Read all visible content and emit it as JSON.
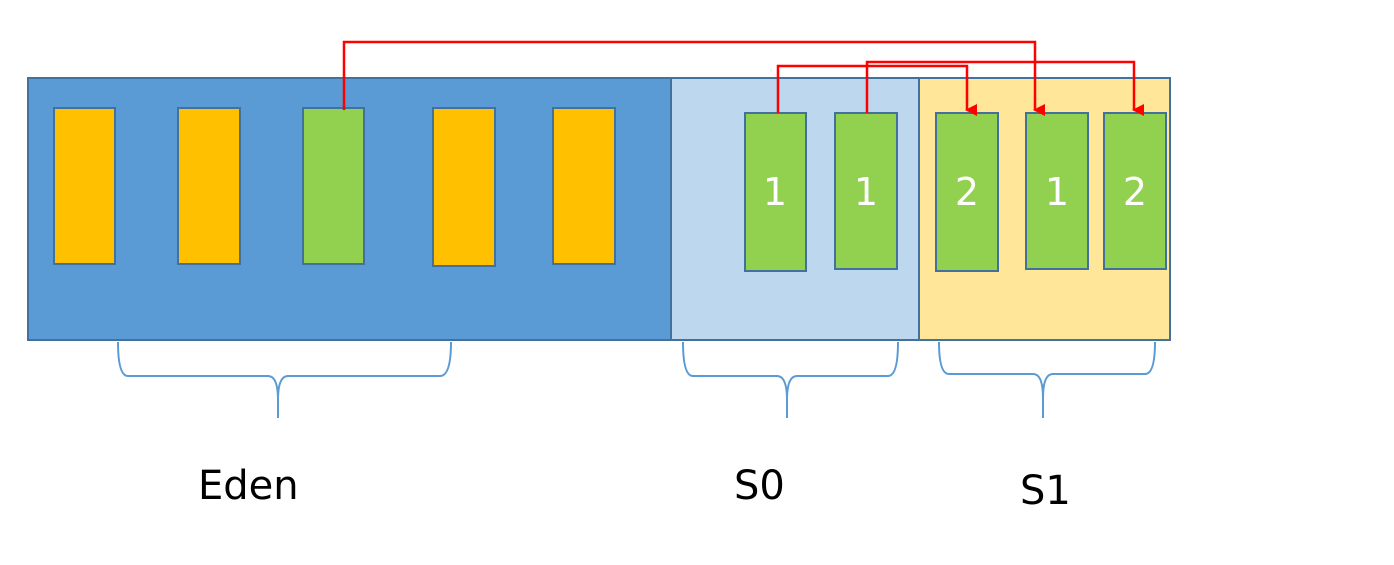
{
  "diagram": {
    "regions": {
      "eden": {
        "label": "Eden"
      },
      "s0": {
        "label": "S0"
      },
      "s1": {
        "label": "S1"
      }
    },
    "objects": {
      "s0_obj_a": "1",
      "s0_obj_b": "1",
      "s1_obj_a": "2",
      "s1_obj_b": "1",
      "s1_obj_c": "2"
    },
    "colors": {
      "eden_bg": "#5b9bd5",
      "s0_bg": "#bdd7ee",
      "s1_bg": "#ffe699",
      "dead_object": "#ffc000",
      "live_object": "#92d050",
      "arrow": "#ff0000",
      "brace": "#5b9bd5"
    }
  }
}
